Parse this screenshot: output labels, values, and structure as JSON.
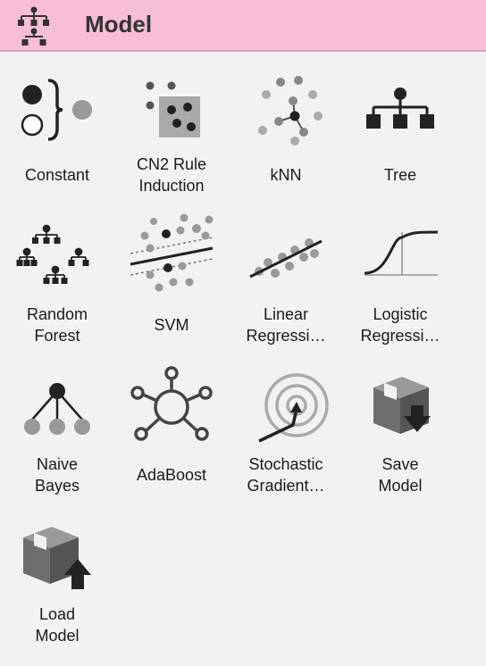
{
  "header": {
    "title": "Model",
    "icon": "model-hierarchy-icon"
  },
  "widgets": [
    {
      "label": "Constant",
      "icon": "constant-icon"
    },
    {
      "label": "CN2 Rule\nInduction",
      "icon": "cn2-rule-induction-icon"
    },
    {
      "label": "kNN",
      "icon": "knn-icon"
    },
    {
      "label": "Tree",
      "icon": "tree-icon"
    },
    {
      "label": "Random\nForest",
      "icon": "random-forest-icon"
    },
    {
      "label": "SVM",
      "icon": "svm-icon"
    },
    {
      "label": "Linear\nRegressi…",
      "icon": "linear-regression-icon"
    },
    {
      "label": "Logistic\nRegressi…",
      "icon": "logistic-regression-icon"
    },
    {
      "label": "Naive\nBayes",
      "icon": "naive-bayes-icon"
    },
    {
      "label": "AdaBoost",
      "icon": "adaboost-icon"
    },
    {
      "label": "Stochastic\nGradient…",
      "icon": "stochastic-gradient-icon"
    },
    {
      "label": "Save\nModel",
      "icon": "save-model-icon"
    },
    {
      "label": "Load\nModel",
      "icon": "load-model-icon"
    }
  ],
  "colors": {
    "header_bg": "#f8bdd7",
    "panel_bg": "#f2f2f2",
    "icon_dark": "#222222",
    "icon_gray": "#999999"
  }
}
